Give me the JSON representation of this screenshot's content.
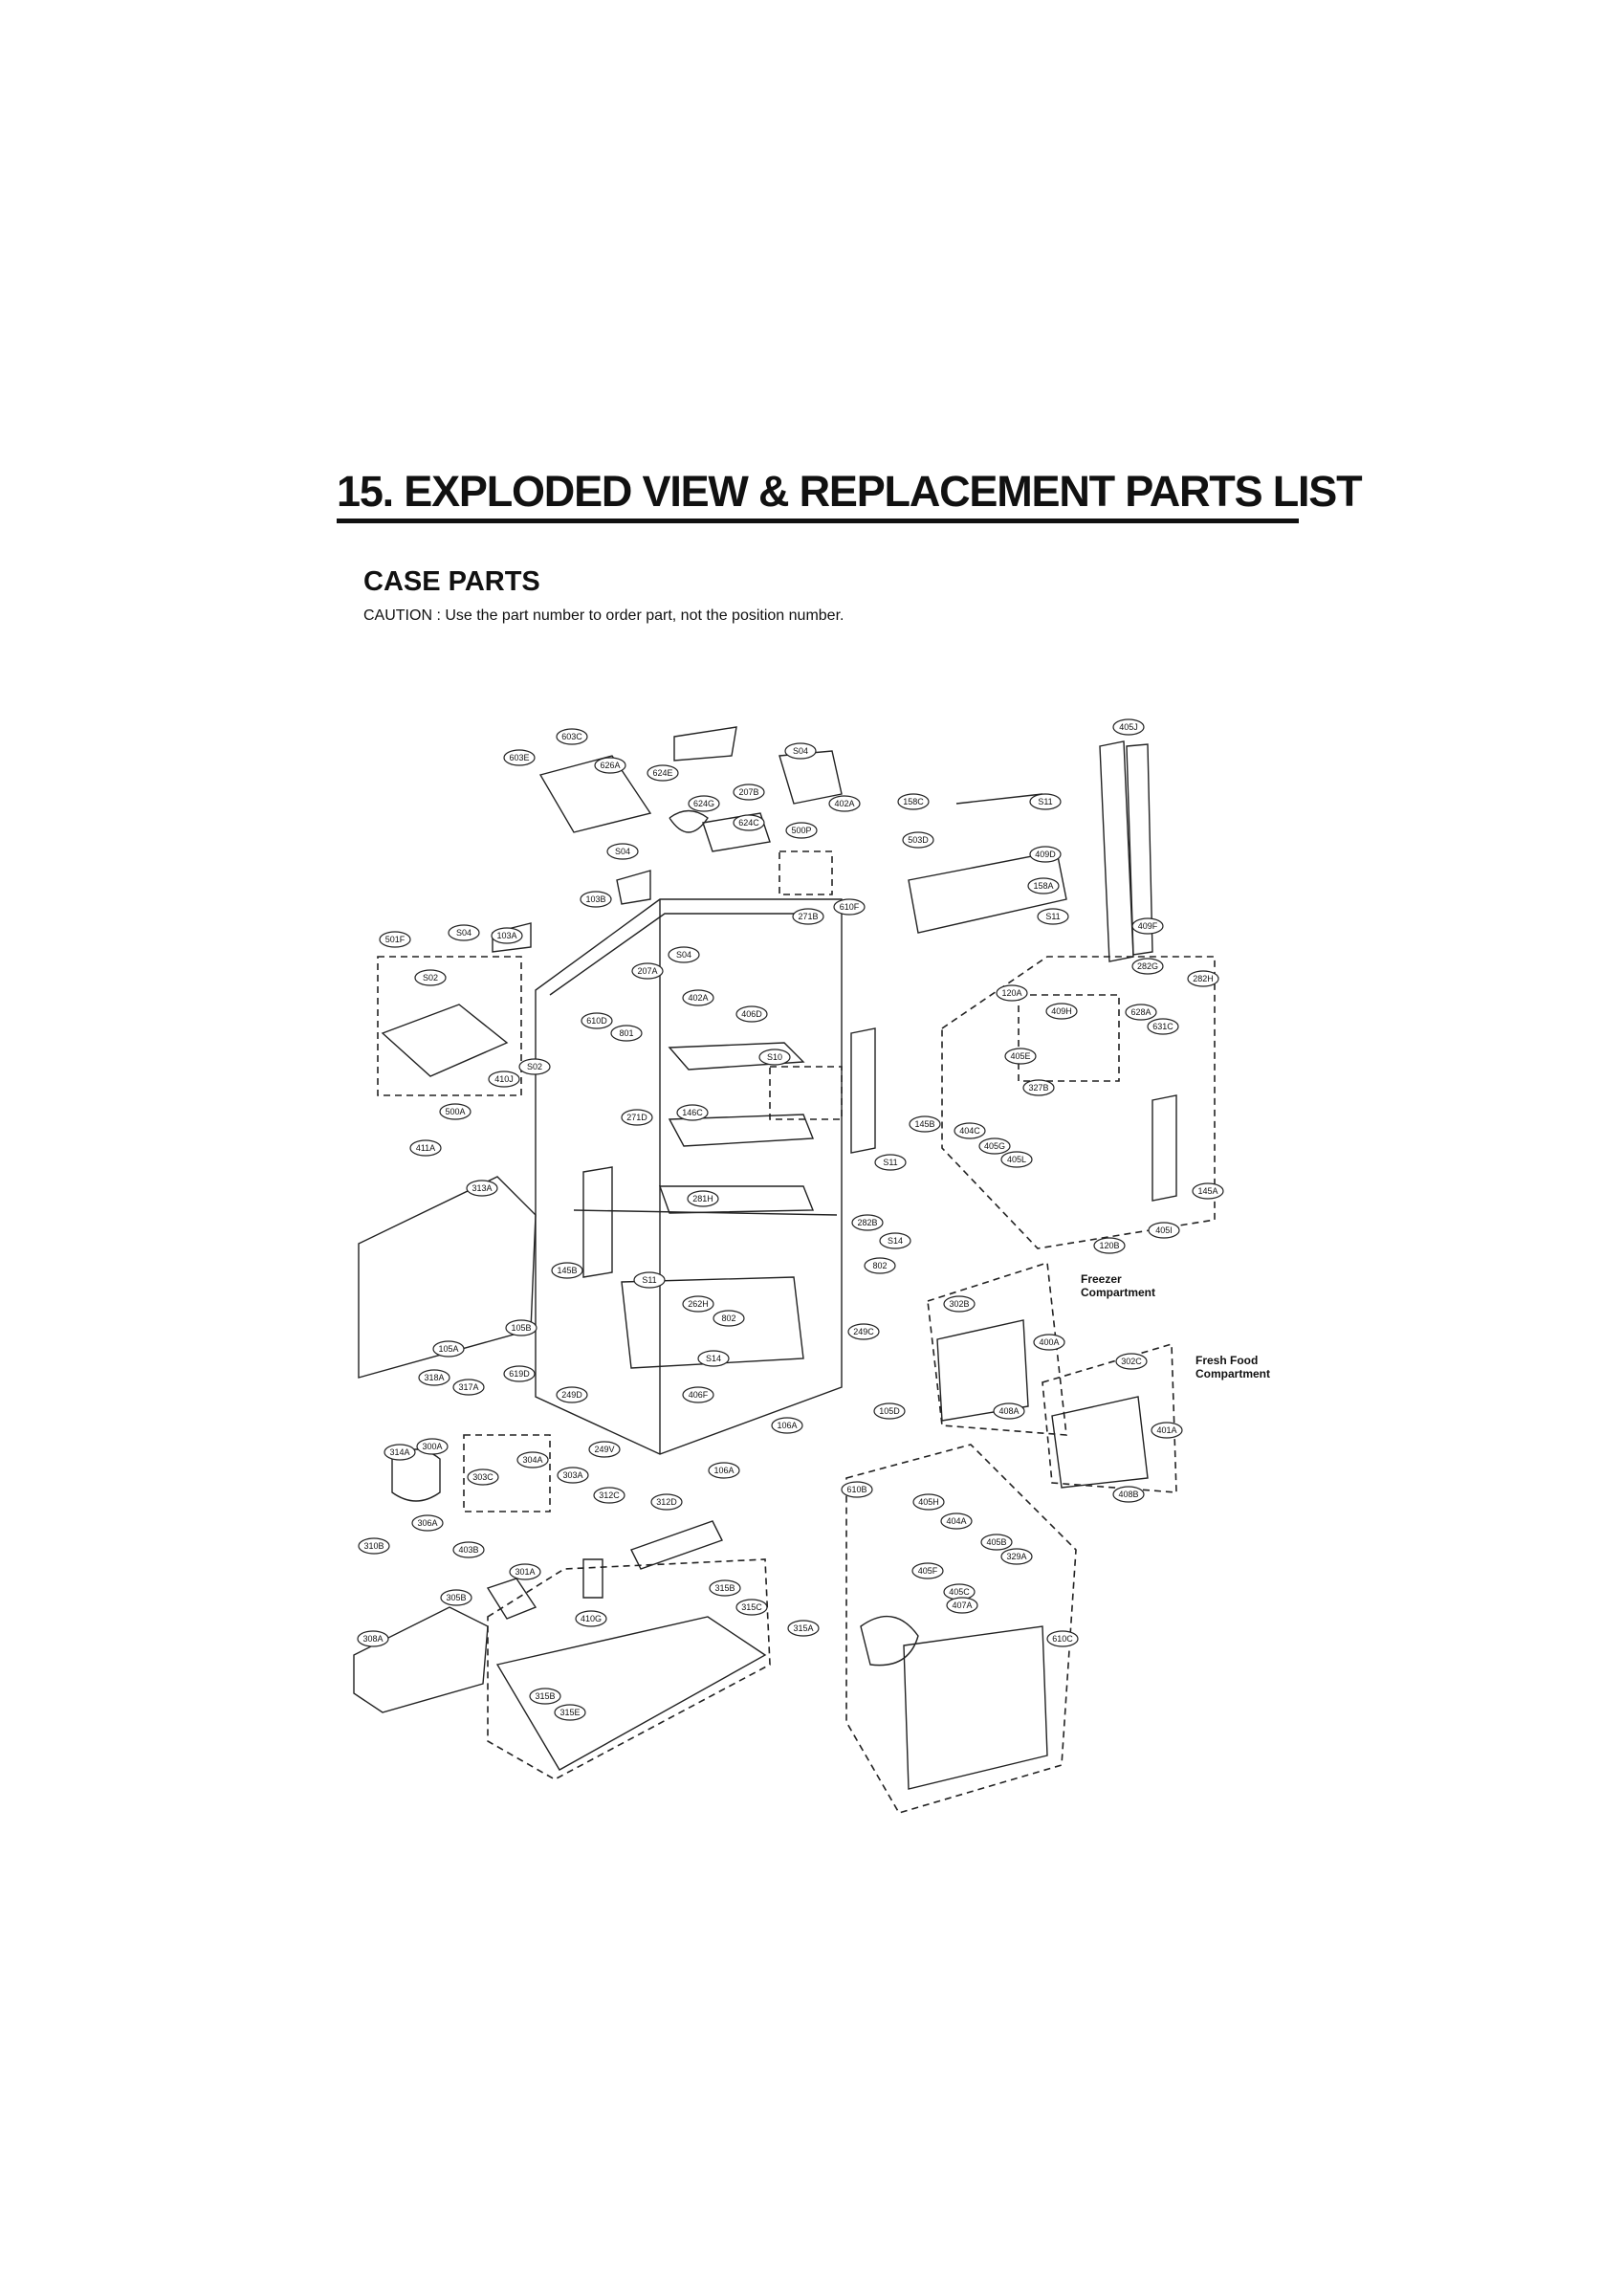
{
  "document": {
    "title": "15. EXPLODED VIEW & REPLACEMENT PARTS LIST",
    "section_heading": "CASE PARTS",
    "caution": "CAUTION : Use the part number to order part, not the position number."
  },
  "region_labels": {
    "freezer": [
      "Freezer",
      "Compartment"
    ],
    "fresh_food": [
      "Fresh Food",
      "Compartment"
    ]
  },
  "part_labels": [
    "603C",
    "603E",
    "626A",
    "624E",
    "S04",
    "207B",
    "402A",
    "158C",
    "S11",
    "405J",
    "624G",
    "624C",
    "500P",
    "503D",
    "409D",
    "S04",
    "103B",
    "610F",
    "158A",
    "S11",
    "409F",
    "501F",
    "S04",
    "103A",
    "S04",
    "271B",
    "S02",
    "207A",
    "402A",
    "406D",
    "610D",
    "801",
    "S10",
    "120A",
    "282G",
    "282H",
    "409H",
    "628A",
    "631C",
    "S02",
    "410J",
    "405E",
    "500A",
    "271D",
    "146C",
    "145B",
    "327B",
    "404C",
    "405G",
    "405L",
    "411A",
    "S11",
    "313A",
    "281H",
    "282B",
    "S14",
    "145A",
    "802",
    "145B",
    "S11",
    "405I",
    "120B",
    "302B",
    "262H",
    "802",
    "400A",
    "105B",
    "S14",
    "105A",
    "318A",
    "317A",
    "619D",
    "249D",
    "406F",
    "249C",
    "302C",
    "105D",
    "106A",
    "408A",
    "401A",
    "249V",
    "314A",
    "300A",
    "304A",
    "303C",
    "303A",
    "106A",
    "312C",
    "312D",
    "610B",
    "405H",
    "404A",
    "408B",
    "306A",
    "310B",
    "403B",
    "405B",
    "329A",
    "405F",
    "301A",
    "305B",
    "405C",
    "315B",
    "315C",
    "407A",
    "610C",
    "308A",
    "410G",
    "315A",
    "315B",
    "315E"
  ]
}
